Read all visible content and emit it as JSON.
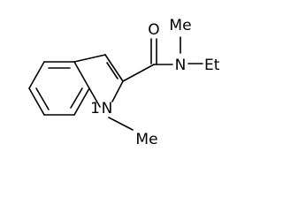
{
  "structure": {
    "atom_labels": {
      "carbonyl_oxygen": "O",
      "amide_nitrogen": "N",
      "amide_methyl": "Me",
      "ethyl": "Et",
      "ring_nitrogen": "N",
      "ring_nitrogen_number": "1",
      "ring_methyl": "Me"
    },
    "colors": {
      "bond": "#000000",
      "text": "#000000",
      "background": "#ffffff"
    }
  }
}
